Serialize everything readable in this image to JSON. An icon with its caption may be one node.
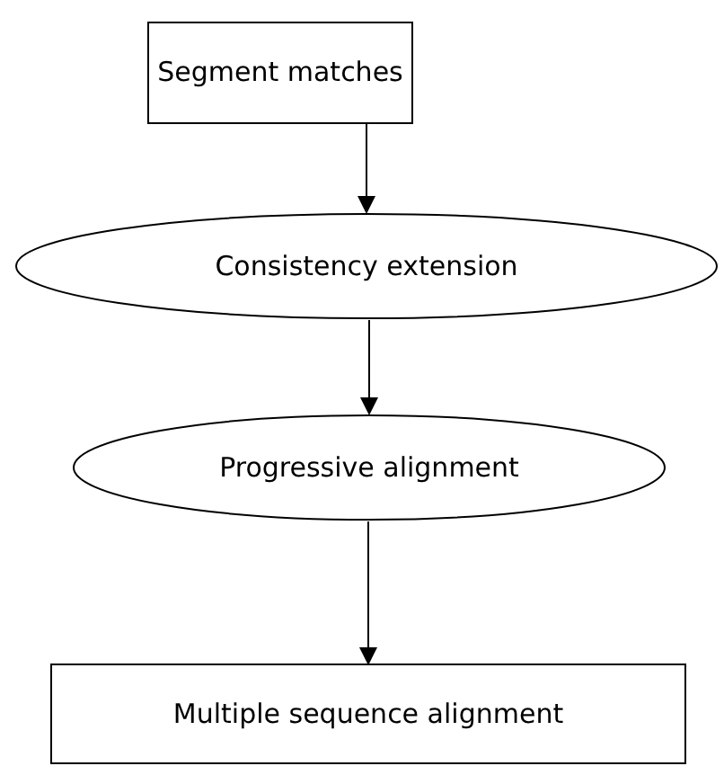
{
  "diagram": {
    "nodes": [
      {
        "text": [
          "Segment matches"
        ]
      },
      {
        "text": [
          "Consistency extension"
        ]
      },
      {
        "text": [
          "Progressive alignment"
        ]
      },
      {
        "text": [
          "Multiple sequence alignment"
        ]
      }
    ],
    "edges": [
      {
        "from": 0,
        "to": 1,
        "arrow": "to"
      },
      {
        "from": 1,
        "to": 2,
        "arrow": "to"
      },
      {
        "from": 2,
        "to": 3,
        "arrow": "to"
      }
    ]
  }
}
